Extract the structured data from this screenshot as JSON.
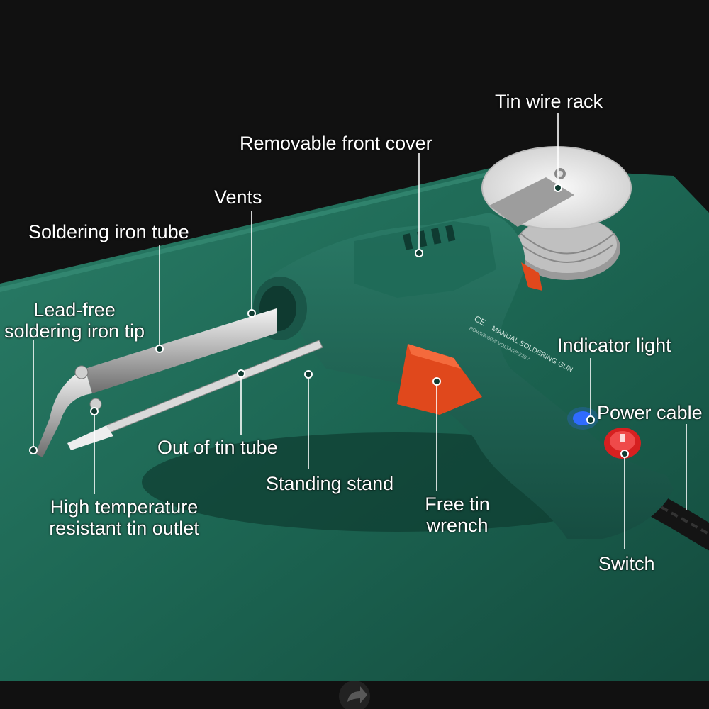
{
  "labels": {
    "tin_wire_rack": "Tin wire rack",
    "removable_front_cover": "Removable front cover",
    "vents": "Vents",
    "soldering_iron_tube": "Soldering iron tube",
    "lead_free_tip": "Lead-free\nsoldering iron tip",
    "indicator_light": "Indicator light",
    "power_cable": "Power cable",
    "out_of_tin_tube": "Out of tin tube",
    "standing_stand": "Standing stand",
    "free_tin_wrench": "Free tin\nwrench",
    "high_temp_outlet": "High temperature\nresistant tin outlet",
    "switch": "Switch"
  },
  "product_print": {
    "model": "MANUAL SOLDERING GUN",
    "marks": "CE",
    "specs": "POWER:60W  VOLTAGE:220V"
  },
  "colors": {
    "background": "#111111",
    "mat": "#1f6b58",
    "body": "#1d5e50",
    "trigger": "#e0481c",
    "switch": "#d62020",
    "indicator": "#2f6bff",
    "cable": "#1a1a1a"
  },
  "icons": [
    "share-icon"
  ]
}
